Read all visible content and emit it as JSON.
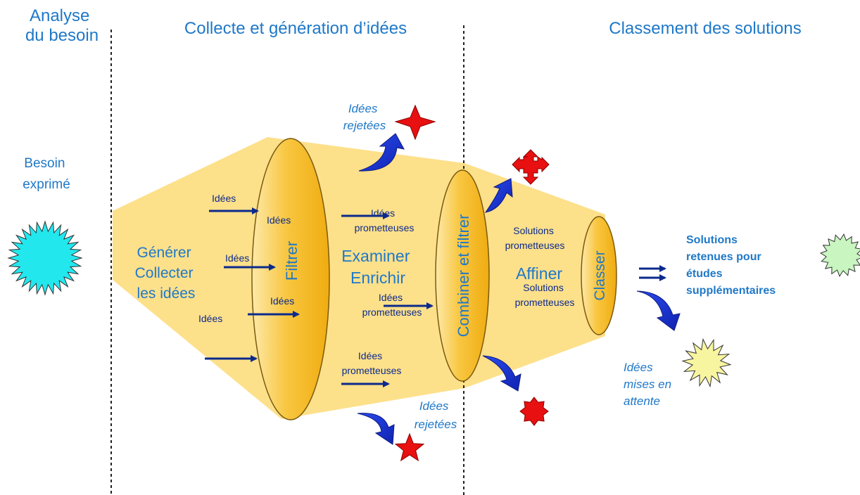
{
  "headers": {
    "analyse": [
      "Analyse",
      "du besoin"
    ],
    "collecte": "Collecte et génération d’idées",
    "classement": "Classement des solutions"
  },
  "besoin": [
    "Besoin",
    "exprimé"
  ],
  "stage1": [
    "Générer",
    "Collecter",
    "les idées"
  ],
  "stage2": [
    "Examiner",
    "Enrichir"
  ],
  "stage3": "Affiner",
  "filters": {
    "filtrer": "Filtrer",
    "combiner": "Combiner et filtrer",
    "classer": "Classer"
  },
  "flow_labels": {
    "idees": "Idées",
    "idees_prometteuses": [
      "Idées",
      "prometteuses"
    ],
    "solutions_prometteuses": [
      "Solutions",
      "prometteuses"
    ]
  },
  "rejected": [
    "Idées",
    "rejetées"
  ],
  "waiting": [
    "Idées",
    "mises en",
    "attente"
  ],
  "result": [
    "Solutions",
    "retenues pour",
    "études",
    "supplémentaires"
  ],
  "colors": {
    "funnel": "#fde08a",
    "ellipse": "#f6b81e",
    "header_text": "#1f78c8",
    "arrow": "#0b2a8c",
    "curved_arrow": "#1f3fd6",
    "reject_shape": "#e81010",
    "need_burst": "#22e8ee",
    "result_burst": "#c8f5c0",
    "waiting_burst": "#f8f5a0"
  }
}
